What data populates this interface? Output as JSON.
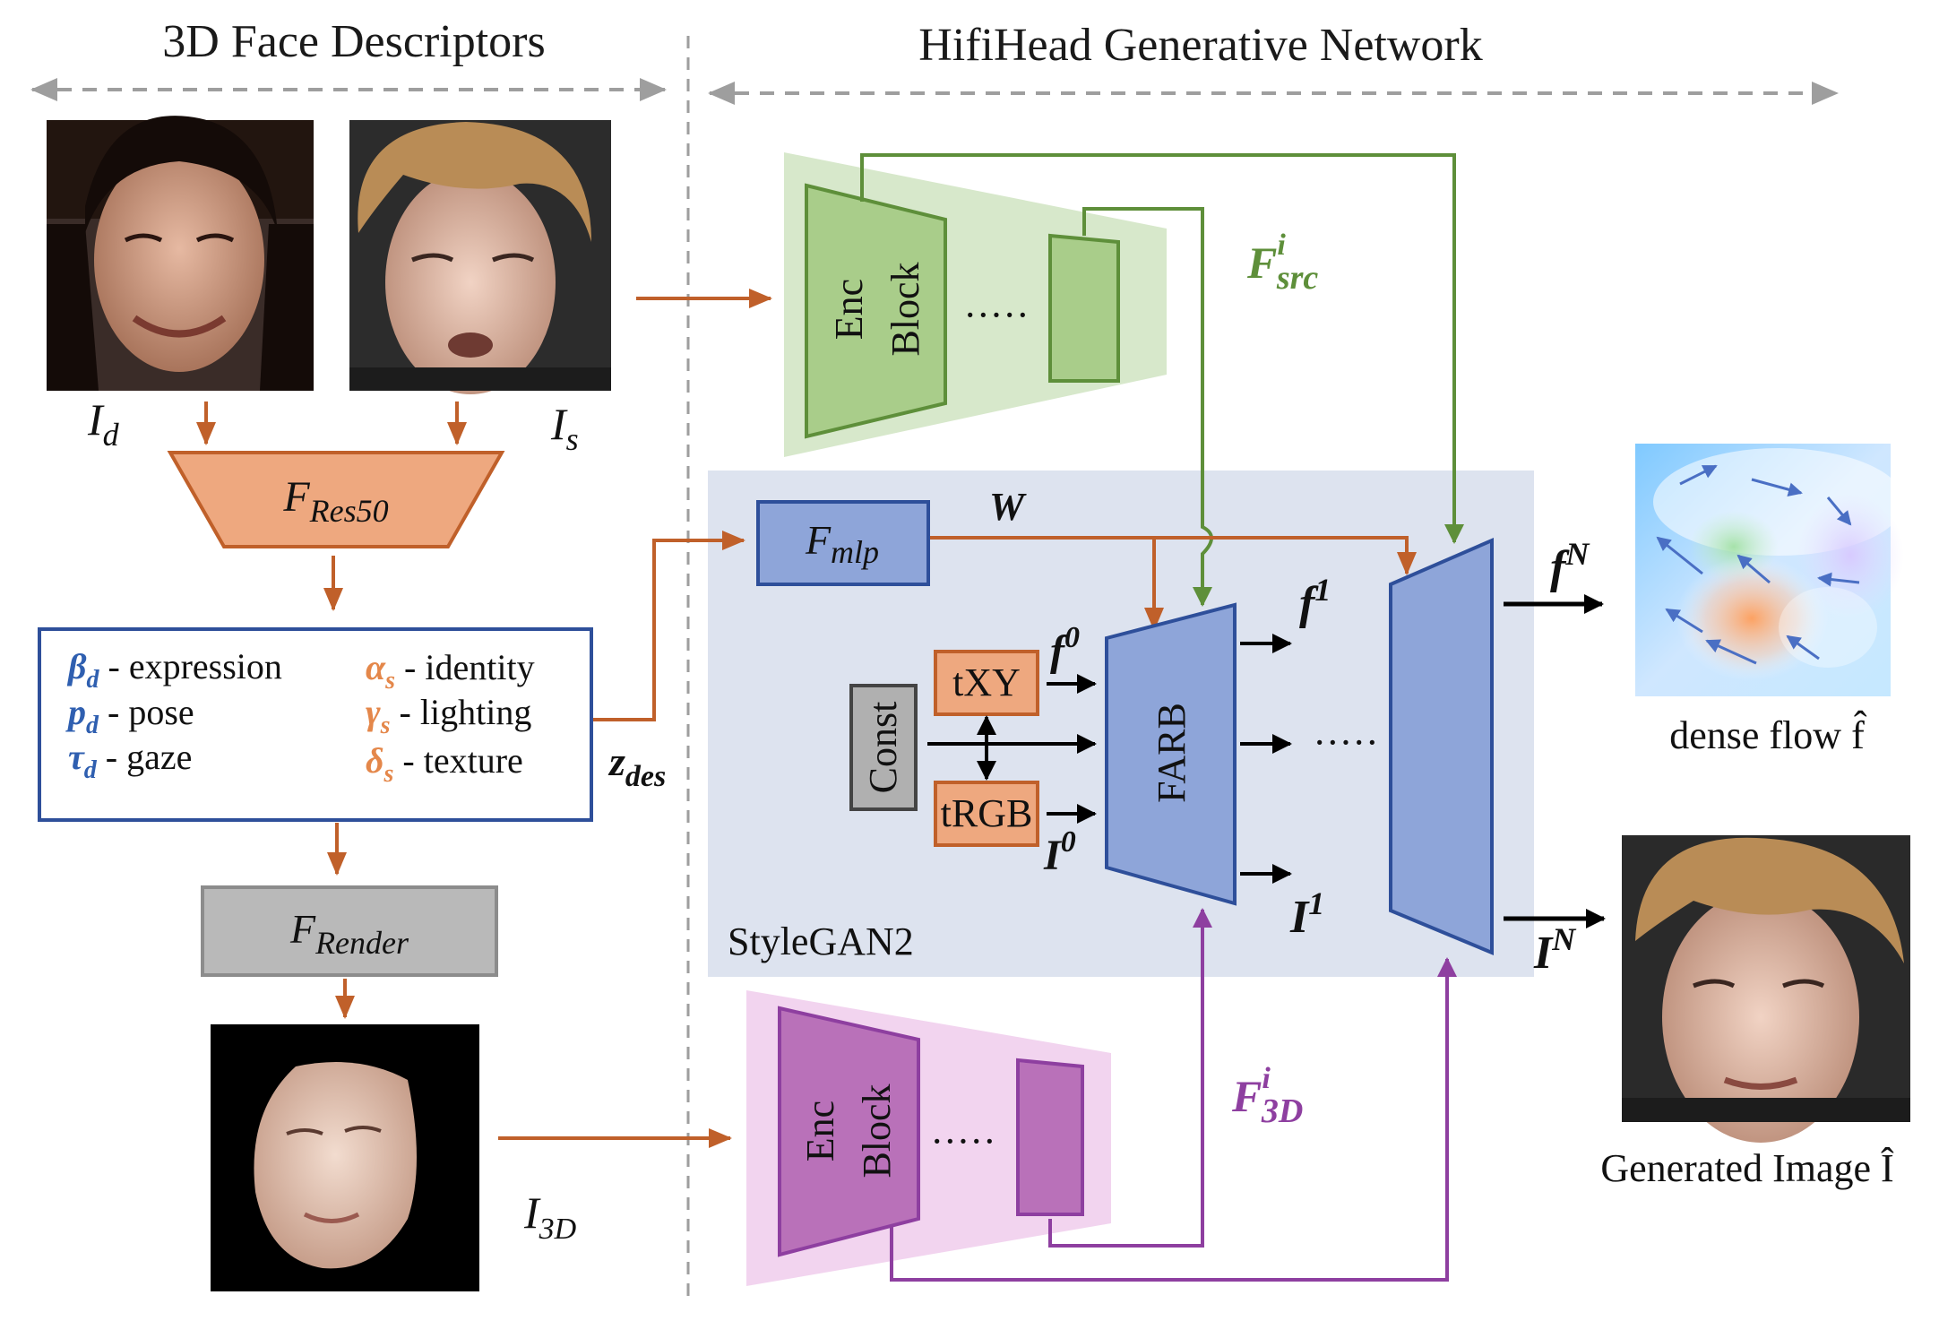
{
  "sections": {
    "left_title": "3D Face Descriptors",
    "right_title": "HifiHead Generative Network"
  },
  "images": {
    "driving_label": "I",
    "driving_sub": "d",
    "source_label": "I",
    "source_sub": "s",
    "render_label": "I",
    "render_sub": "3D"
  },
  "modules": {
    "res50": {
      "main": "F",
      "sub": "Res50"
    },
    "render": {
      "main": "F",
      "sub": "Render"
    },
    "mlp": {
      "main": "F",
      "sub": "mlp"
    },
    "enc_block_top": [
      "Enc",
      "Block"
    ],
    "enc_block_bottom": [
      "Enc",
      "Block"
    ],
    "dots": "·····",
    "const": "Const",
    "txy": "tXY",
    "trgb": "tRGB",
    "farb": "FARB",
    "stylegan": "StyleGAN2"
  },
  "descriptors": {
    "left": [
      {
        "symbol": "β",
        "sub": "d",
        "text": " - expression"
      },
      {
        "symbol": "p",
        "sub": "d",
        "text": " - pose"
      },
      {
        "symbol": "τ",
        "sub": "d",
        "text": "  - gaze"
      }
    ],
    "right": [
      {
        "symbol": "α",
        "sub": "s",
        "text": " - identity"
      },
      {
        "symbol": "γ",
        "sub": "s",
        "text": " - lighting"
      },
      {
        "symbol": "δ",
        "sub": "s",
        "text": " - texture"
      }
    ]
  },
  "signals": {
    "z_main": "z",
    "z_sub": "des",
    "w": "W",
    "fsrc_main": "F",
    "fsrc_sup": "i",
    "fsrc_sub": "src",
    "f3d_main": "F",
    "f3d_sup": "i",
    "f3d_sub": "3D",
    "f0_main": "f",
    "f0_sup": "0",
    "i0_main": "I",
    "i0_sup": "0",
    "f1_main": "f",
    "f1_sup": "1",
    "i1_main": "I",
    "i1_sup": "1",
    "fN_main": "f",
    "fN_sup": "N",
    "iN_main": "I",
    "iN_sup": "N"
  },
  "outputs": {
    "flow_label": "dense flow f̂",
    "gen_label": "Generated Image Î"
  },
  "colors": {
    "orange": "#c0602a",
    "green": "#5e8f3a",
    "purple": "#8e3fa0",
    "blue": "#2e4f9a",
    "stylegan_bg": "#dde3ef",
    "gray_arrow": "#9e9e9e"
  }
}
